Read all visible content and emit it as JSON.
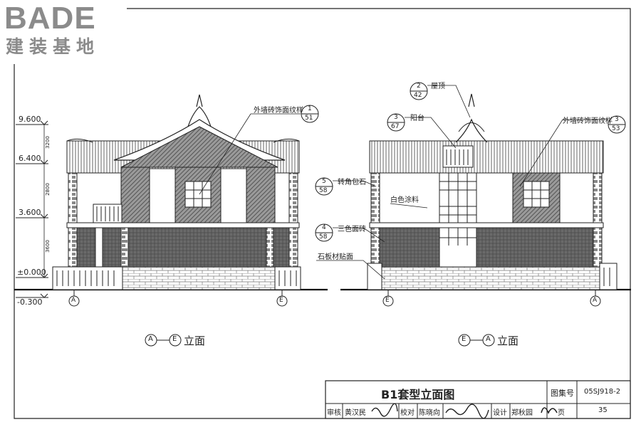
{
  "logo": {
    "brand": "BADE",
    "subtitle": "建装基地"
  },
  "levels": [
    "9.600",
    "6.400",
    "3.600",
    "±0.000",
    "-0.300"
  ],
  "dims": [
    "3200",
    "2800",
    "3600"
  ],
  "grid_left": [
    "A",
    "E"
  ],
  "grid_right": [
    "E",
    "A"
  ],
  "left_callout": {
    "label": "外墙砖饰面纹样",
    "num": "1",
    "ref": "51"
  },
  "right_callouts": {
    "roof": {
      "label": "屋顶",
      "num": "2",
      "ref": "42"
    },
    "balcony": {
      "label": "阳台",
      "num": "3",
      "ref": "67"
    },
    "wall": {
      "label": "外墙砖饰面纹样",
      "num": "3",
      "ref": "53"
    },
    "corner": {
      "label": "转角包石",
      "num": "5",
      "ref": "58"
    },
    "white": {
      "label": "白色涂料"
    },
    "tricolor": {
      "label": "三色面砖",
      "num": "4",
      "ref": "58"
    },
    "stone": {
      "label": "石板材贴面"
    }
  },
  "captions": {
    "left": {
      "a": "A",
      "b": "E",
      "suffix": "立面"
    },
    "right": {
      "a": "E",
      "b": "A",
      "suffix": "立面"
    }
  },
  "title_block": {
    "title": "B1套型立面图",
    "atlas_label": "图集号",
    "atlas_no": "05SJ918-2",
    "review_label": "审核",
    "reviewer": "黄汉民",
    "check_label": "校对",
    "checker": "陈晓向",
    "design_label": "设计",
    "designer": "郑秋园",
    "page_label": "页",
    "page_no": "35"
  }
}
